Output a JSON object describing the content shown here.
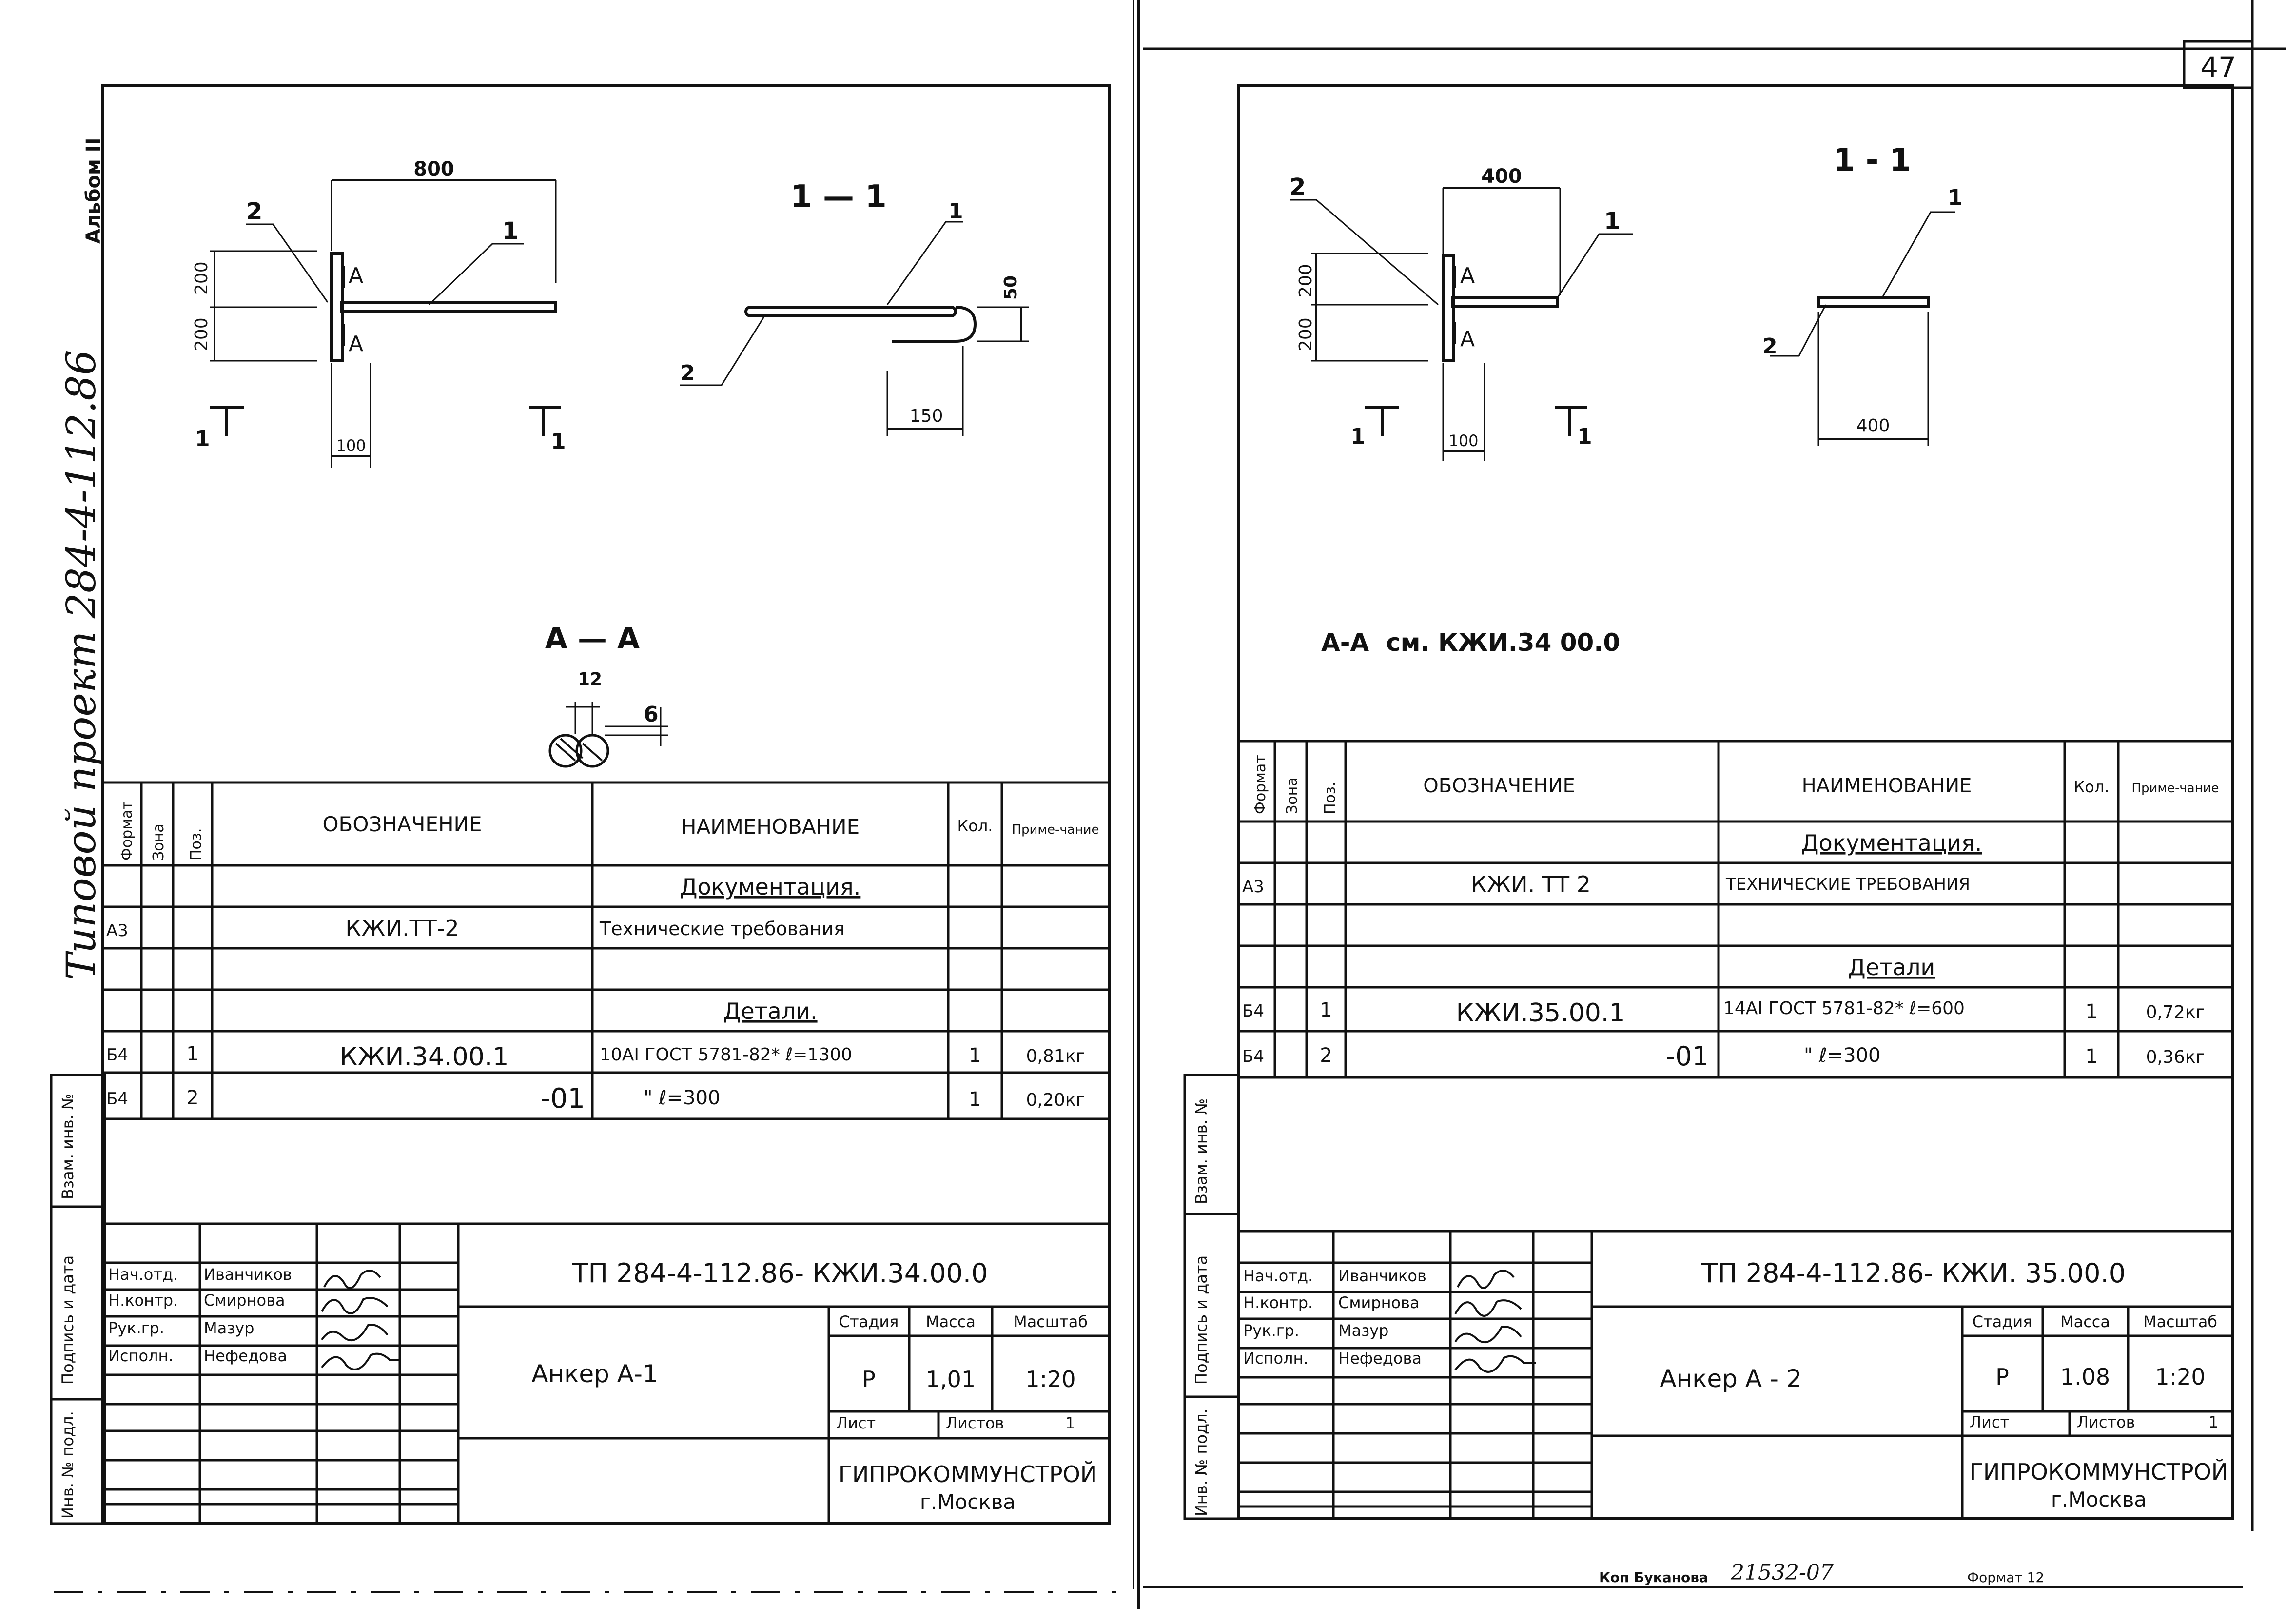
{
  "page_number": "47",
  "side_margin": {
    "album": "Альбом II",
    "project": "Типовой проект 284-4-112.86",
    "inv_no_orig": "Инв. № подл.",
    "sign_date": "Подпись и дата",
    "vzam_inv": "Взам. инв. №"
  },
  "sheets": [
    {
      "drawing": {
        "dim_top": "800",
        "dim_a": "200",
        "dim_b": "200",
        "dim_bottom": "100",
        "pos1": "1",
        "pos2": "2",
        "cut_a_top": "A",
        "cut_a_bot": "A",
        "cut_1_left": "1",
        "cut_1_right": "1",
        "section_title": "1 — 1",
        "sec_pos1": "1",
        "sec_pos2": "2",
        "sec_dim_h": "50",
        "sec_dim_w": "150",
        "aa_title": "А — А",
        "aa_dim_w": "12",
        "aa_dim_h": "6"
      },
      "spec": {
        "headers": {
          "format": "Формат",
          "zone": "Зона",
          "pos": "Поз.",
          "designation": "ОБОЗНАЧЕНИЕ",
          "name": "НАИМЕНОВАНИЕ",
          "qty": "Кол.",
          "note": "Приме-чание"
        },
        "rows": [
          {
            "format": "",
            "pos": "",
            "designation": "",
            "name": "Документация.",
            "qty": "",
            "note": ""
          },
          {
            "format": "А3",
            "pos": "",
            "designation": "КЖИ.ТТ-2",
            "name": "Технические требования",
            "qty": "",
            "note": ""
          },
          {
            "format": "",
            "pos": "",
            "designation": "",
            "name": "",
            "qty": "",
            "note": ""
          },
          {
            "format": "",
            "pos": "",
            "designation": "",
            "name": "Детали.",
            "qty": "",
            "note": ""
          },
          {
            "format": "Б4",
            "pos": "1",
            "designation": "КЖИ.34.00.1",
            "name": "10АI ГОСТ 5781-82* ℓ=1300",
            "qty": "1",
            "note": "0,81кг"
          },
          {
            "format": "Б4",
            "pos": "2",
            "designation": "-01",
            "name": "\"                ℓ=300",
            "qty": "1",
            "note": "0,20кг"
          }
        ]
      },
      "stamp": {
        "code": "ТП 284-4-112.86- КЖИ.34.00.0",
        "title": "Анкер А-1",
        "people": [
          {
            "role": "Нач.отд.",
            "name": "Иванчиков"
          },
          {
            "role": "Н.контр.",
            "name": "Смирнова"
          },
          {
            "role": "Рук.гр.",
            "name": "Мазур"
          },
          {
            "role": "Исполн.",
            "name": "Нефедова"
          }
        ],
        "stage_label": "Стадия",
        "mass_label": "Масса",
        "scale_label": "Масштаб",
        "stage": "Р",
        "mass": "1,01",
        "scale": "1:20",
        "sheet_label": "Лист",
        "sheets_label": "Листов",
        "sheets_value": "1",
        "org": "ГИПРОКОММУНСТРОЙ",
        "city": "г.Москва"
      }
    },
    {
      "drawing": {
        "dim_top": "400",
        "dim_a": "200",
        "dim_b": "200",
        "dim_bottom": "100",
        "pos1": "1",
        "pos2": "2",
        "cut_a_top": "A",
        "cut_a_bot": "A",
        "cut_1_left": "1",
        "cut_1_right": "1",
        "section_title": "1 - 1",
        "sec_pos1": "1",
        "sec_pos2": "2",
        "sec_dim_w": "400",
        "aa_ref": "А-А  см. КЖИ.34 00.0"
      },
      "spec": {
        "headers": {
          "format": "Формат",
          "zone": "Зона",
          "pos": "Поз.",
          "designation": "ОБОЗНАЧЕНИЕ",
          "name": "НАИМЕНОВАНИЕ",
          "qty": "Кол.",
          "note": "Приме-чание"
        },
        "rows": [
          {
            "format": "",
            "pos": "",
            "designation": "",
            "name": "Документация.",
            "qty": "",
            "note": ""
          },
          {
            "format": "А3",
            "pos": "",
            "designation": "КЖИ. ТТ 2",
            "name": "ТЕХНИЧЕСКИЕ ТРЕБОВАНИЯ",
            "qty": "",
            "note": ""
          },
          {
            "format": "",
            "pos": "",
            "designation": "",
            "name": "",
            "qty": "",
            "note": ""
          },
          {
            "format": "",
            "pos": "",
            "designation": "",
            "name": "Детали",
            "qty": "",
            "note": ""
          },
          {
            "format": "Б4",
            "pos": "1",
            "designation": "КЖИ.35.00.1",
            "name": "14АI ГОСТ 5781-82* ℓ=600",
            "qty": "1",
            "note": "0,72кг"
          },
          {
            "format": "Б4",
            "pos": "2",
            "designation": "-01",
            "name": "\"              ℓ=300",
            "qty": "1",
            "note": "0,36кг"
          }
        ]
      },
      "stamp": {
        "code": "ТП 284-4-112.86- КЖИ. 35.00.0",
        "title": "Анкер А - 2",
        "people": [
          {
            "role": "Нач.отд.",
            "name": "Иванчиков"
          },
          {
            "role": "Н.контр.",
            "name": "Смирнова"
          },
          {
            "role": "Рук.гр.",
            "name": "Мазур"
          },
          {
            "role": "Исполн.",
            "name": "Нефедова"
          }
        ],
        "stage_label": "Стадия",
        "mass_label": "Масса",
        "scale_label": "Масштаб",
        "stage": "Р",
        "mass": "1.08",
        "scale": "1:20",
        "sheet_label": "Лист",
        "sheets_label": "Листов",
        "sheets_value": "1",
        "org": "ГИПРОКОММУНСТРОЙ",
        "city": "г.Москва"
      }
    }
  ],
  "footer": {
    "copied_by": "Коп Буканова",
    "doc_number": "21532-07",
    "format": "Формат 12"
  }
}
